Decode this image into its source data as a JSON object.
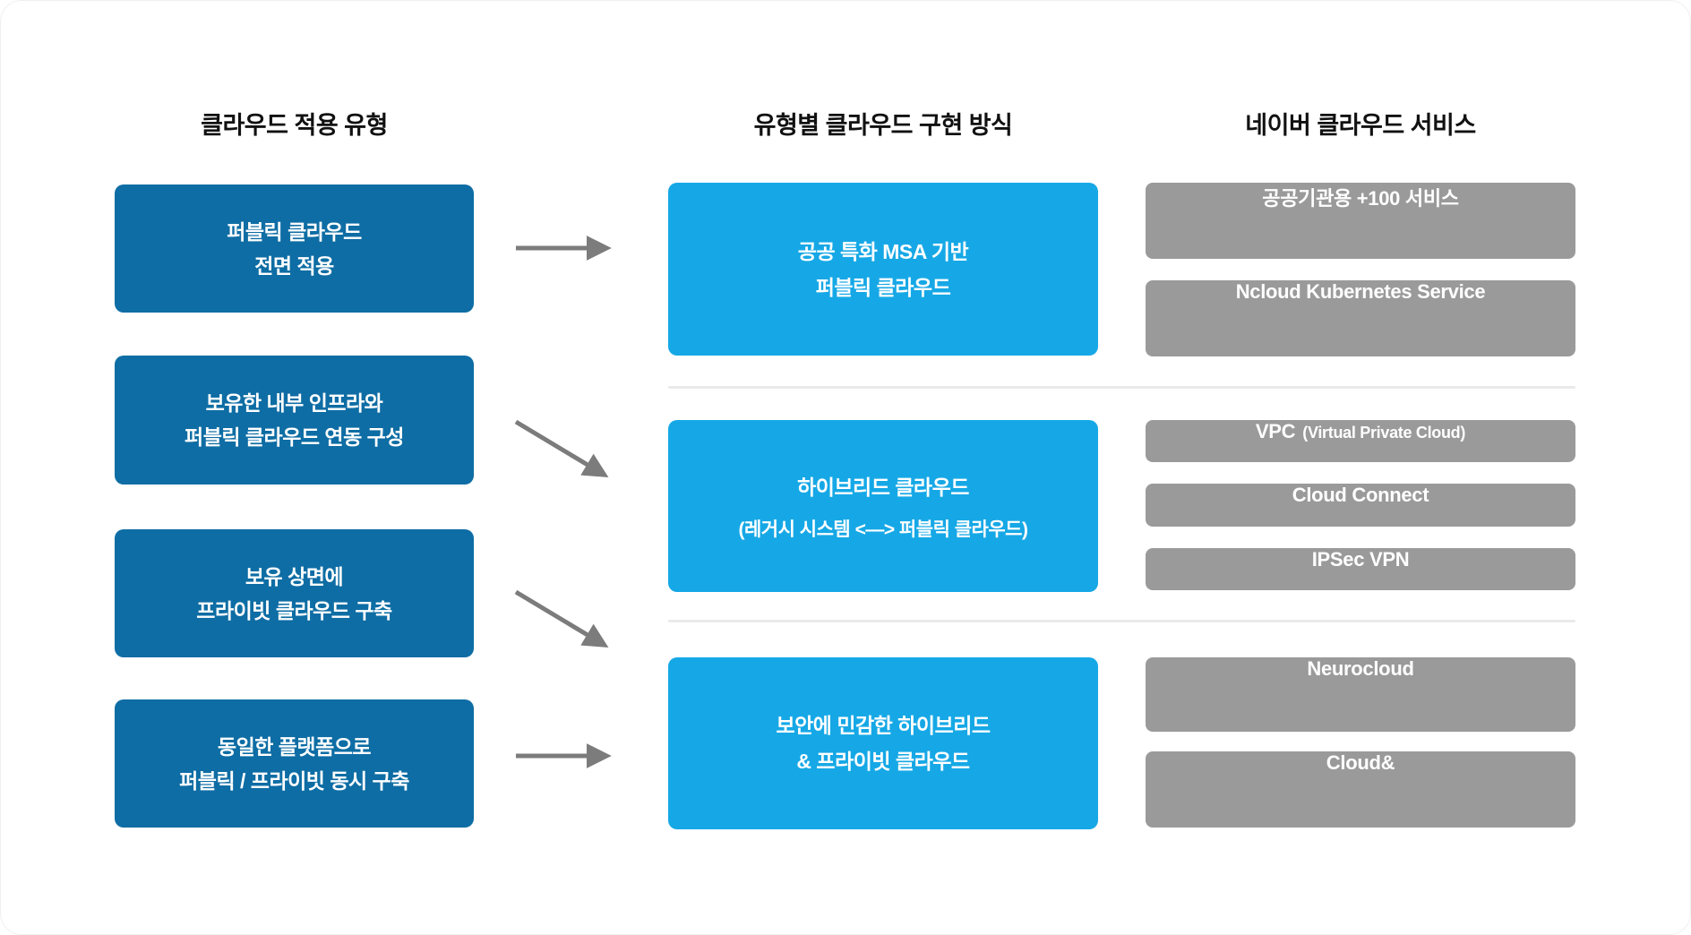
{
  "colors": {
    "adoption_box": "#0E6DA4",
    "implementation_box": "#16A8E6",
    "service_box": "#9A9A9A",
    "arrow": "#7C7C7C",
    "separator": "#EAEAEA",
    "heading_text": "#111111"
  },
  "columns": {
    "adoption": {
      "heading": "클라우드 적용 유형",
      "boxes": [
        {
          "lines": [
            "퍼블릭 클라우드",
            "전면 적용"
          ]
        },
        {
          "lines": [
            "보유한 내부 인프라와",
            "퍼블릭 클라우드 연동 구성"
          ]
        },
        {
          "lines": [
            "보유 상면에",
            "프라이빗 클라우드 구축"
          ]
        },
        {
          "lines": [
            "동일한 플랫폼으로",
            "퍼블릭 / 프라이빗 동시 구축"
          ]
        }
      ]
    },
    "implementation": {
      "heading": "유형별 클라우드 구현 방식",
      "boxes": [
        {
          "lines": [
            "공공 특화 MSA 기반",
            "퍼블릭 클라우드"
          ]
        },
        {
          "title": "하이브리드 클라우드",
          "subtitle": "(레거시 시스템 <—> 퍼블릭 클라우드)"
        },
        {
          "lines": [
            "보안에 민감한 하이브리드",
            "& 프라이빗 클라우드"
          ]
        }
      ]
    },
    "services": {
      "heading": "네이버 클라우드 서비스",
      "groups": [
        {
          "items": [
            {
              "main": "공공기관용 +100 서비스"
            },
            {
              "main": "Ncloud Kubernetes Service"
            }
          ]
        },
        {
          "items": [
            {
              "main": "VPC",
              "sub": "(Virtual Private Cloud)"
            },
            {
              "main": "Cloud Connect"
            },
            {
              "main": "IPSec VPN"
            }
          ]
        },
        {
          "items": [
            {
              "main": "Neurocloud"
            },
            {
              "main": "Cloud&"
            }
          ]
        }
      ]
    }
  }
}
